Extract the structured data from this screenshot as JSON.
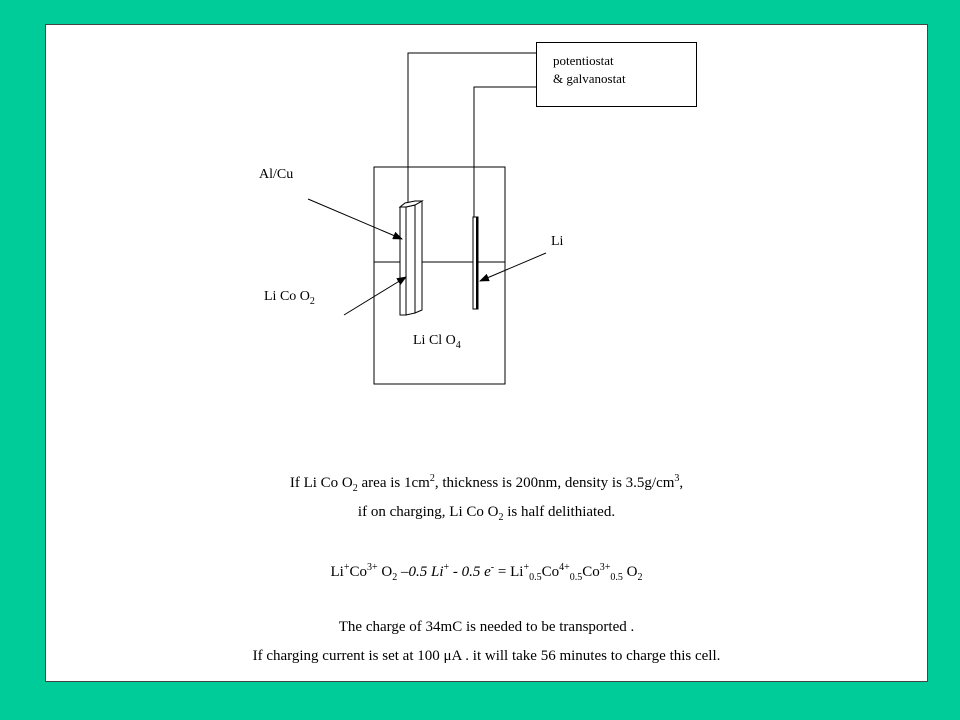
{
  "diagram": {
    "instrument": {
      "line1": "potentiostat",
      "line2": "& galvanostat"
    },
    "labels": {
      "al_cu": "Al/Cu",
      "li": "Li",
      "licoo2_prefix": "Li Co O",
      "licoo2_sub": "2",
      "electrolyte_prefix": "Li Cl O",
      "electrolyte_sub": "4"
    }
  },
  "text": {
    "line1": {
      "a": "If  Li Co O",
      "a_sub": "2",
      "b": " area is 1cm",
      "b_sup": "2",
      "c": ", thickness is 200nm,  density is 3.5g/cm",
      "c_sup": "3",
      "d": ","
    },
    "line2": {
      "a": "if on charging,  Li Co O",
      "a_sub": "2",
      "b": " is half delithiated."
    },
    "equation": {
      "t1": "Li",
      "s1": "+",
      "t2": "Co",
      "s2": "3+",
      "t3": " O",
      "b3": "2",
      "t4": " –0.5 Li",
      "s4": "+",
      "t5": " - 0.5 e",
      "s5": "-",
      "t6": " = Li",
      "s6": "+",
      "b6": "0.5",
      "t7": "Co",
      "s7": "4+",
      "b7": "0.5",
      "t8": "Co",
      "s8": "3+",
      "b8": "0.5",
      "t9": " O",
      "b9": "2"
    },
    "line3": "The charge of 34mC is needed to be transported .",
    "line4": "If charging current is set at 100 μA . it will take 56 minutes to charge this cell."
  }
}
